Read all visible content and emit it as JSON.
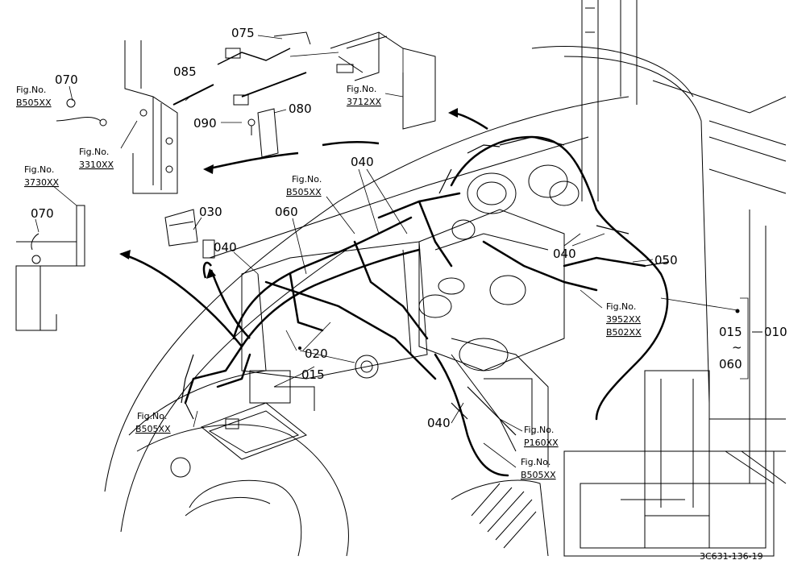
{
  "diagram": {
    "drawing_code": "3C631-136-19",
    "part_numbers": {
      "p070_top": "070",
      "p075": "075",
      "p085": "085",
      "p080": "080",
      "p090": "090",
      "p070_left": "070",
      "p030": "030",
      "p040_left": "040",
      "p060": "060",
      "p040_top": "040",
      "p040_right": "040",
      "p050": "050",
      "p020": "020",
      "p015": "015",
      "p040_bottom": "040",
      "range_start": "015",
      "range_tilde": "~",
      "range_end": "060",
      "range_parent": "010"
    },
    "figure_refs": [
      {
        "label": "Fig.No.",
        "code": "B505XX"
      },
      {
        "label": "Fig.No.",
        "code": "3310XX"
      },
      {
        "label": "Fig.No.",
        "code": "3712XX"
      },
      {
        "label": "Fig.No.",
        "code": "3730XX"
      },
      {
        "label": "Fig.No.",
        "code": "B505XX"
      },
      {
        "label": "Fig.No.",
        "code": "3952XX"
      },
      {
        "label": "Fig.No.",
        "code": "B505XX"
      },
      {
        "label": "Fig.No.",
        "code": "P160XX"
      },
      {
        "label": "Fig.No.",
        "code": "B505XX"
      }
    ],
    "extra_ref_code": "B502XX"
  }
}
